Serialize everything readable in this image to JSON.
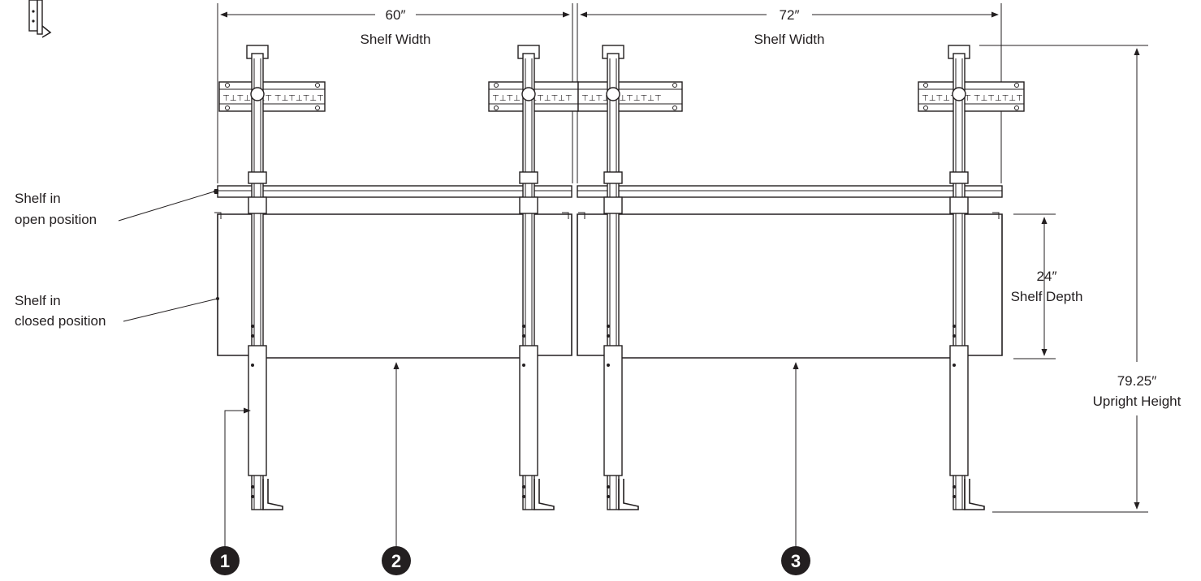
{
  "dimensions": {
    "left_width_value": "60″",
    "left_width_label": "Shelf Width",
    "right_width_value": "72″",
    "right_width_label": "Shelf Width",
    "depth_value": "24″",
    "depth_label": "Shelf Depth",
    "height_value": "79.25″",
    "height_label": "Upright Height"
  },
  "callouts": {
    "open_line1": "Shelf in",
    "open_line2": "open position",
    "closed_line1": "Shelf in",
    "closed_line2": "closed position"
  },
  "badges": [
    "1",
    "2",
    "3"
  ]
}
